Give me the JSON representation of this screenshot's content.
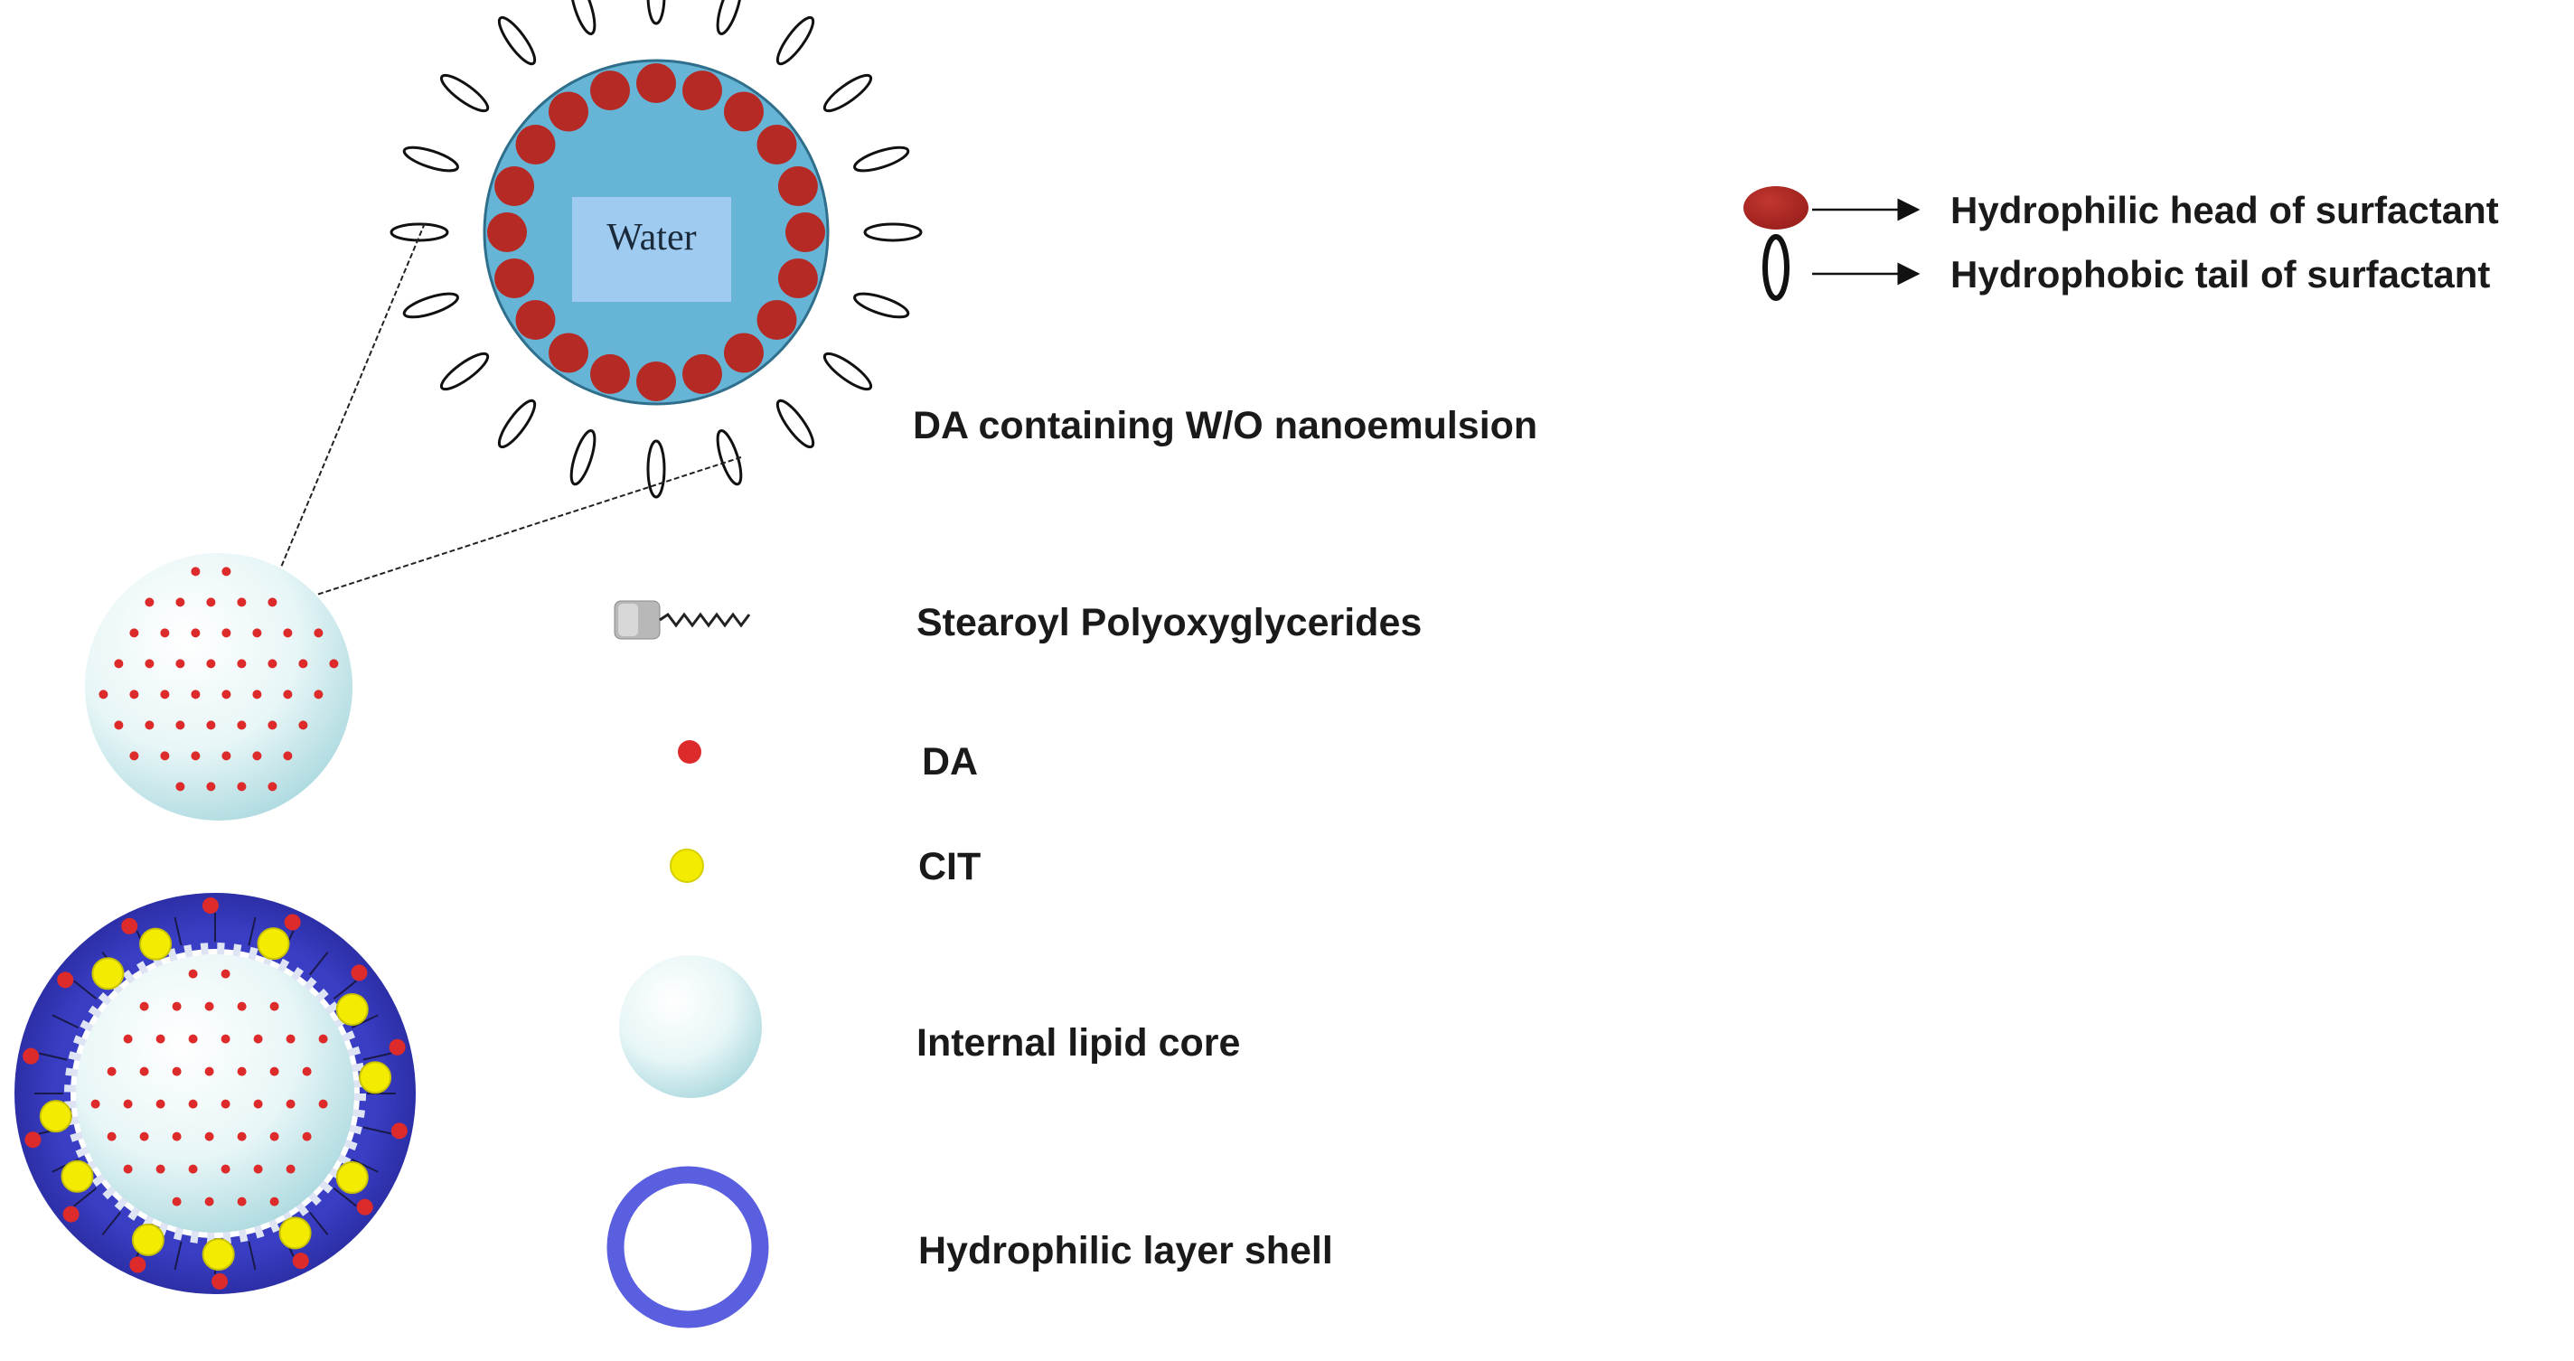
{
  "nanoemulsion": {
    "core_label": "Water",
    "caption": "DA containing W/O nanoemulsion"
  },
  "surfactant_legend": {
    "head": "Hydrophilic head of surfactant",
    "tail": "Hydrophobic tail of surfactant"
  },
  "component_legend": {
    "stearoyl": "Stearoyl Polyoxyglycerides",
    "da": "DA",
    "cit": "CIT",
    "core": "Internal lipid core",
    "shell": "Hydrophilic layer shell"
  },
  "colors": {
    "water_shell": "#67b5d6",
    "water_core": "#9fcbf0",
    "head": "#b52a25",
    "da_dot": "#dd2a2a",
    "cit": "#f4ec00",
    "shell": "#3b3fc6",
    "shell_ring": "#5a5fe0",
    "lipid_core": "#d8f0f2"
  }
}
